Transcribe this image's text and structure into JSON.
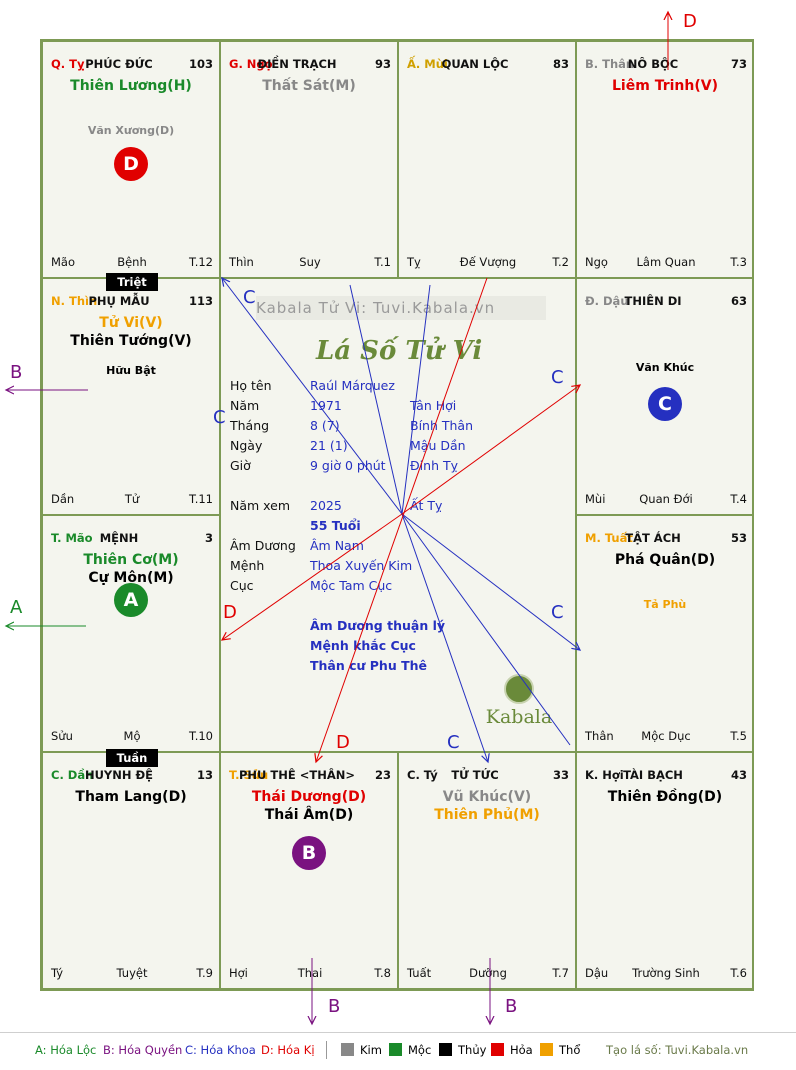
{
  "colors": {
    "kim": "#888888",
    "moc": "#1a8a2a",
    "thuy": "#000000",
    "hoa": "#e00000",
    "tho": "#f0a000",
    "blue": "#2530c0",
    "purple": "#7a1280",
    "green": "#1a8a2a",
    "red": "#e00000"
  },
  "watermark": "Kabala Tử Vi: Tuvi.Kabala.vn",
  "center_title": "Lá Số Tử Vi",
  "logo_text": "Kabala",
  "palaces": [
    {
      "can": "Q. Tỵ",
      "palace": "PHÚC ĐỨC",
      "num": "103",
      "stars": [
        {
          "t": "Thiên Lương(H)",
          "c": "moc"
        }
      ],
      "minor": [
        {
          "t": "Văn Xương(D)",
          "c": "kim"
        }
      ],
      "truong": "Mão",
      "sinh": "Bệnh",
      "han": "T.12"
    },
    {
      "can": "G. Ngọ",
      "palace": "ĐIỀN TRẠCH",
      "num": "93",
      "stars": [
        {
          "t": "Thất Sát(M)",
          "c": "kim"
        }
      ],
      "minor": [],
      "truong": "Thìn",
      "sinh": "Suy",
      "han": "T.1"
    },
    {
      "can": "Ấ. Mùi",
      "palace": "QUAN LỘC",
      "num": "83",
      "stars": [],
      "minor": [],
      "truong": "Tỵ",
      "sinh": "Đế Vượng",
      "han": "T.2"
    },
    {
      "can": "B. Thân",
      "palace": "NÔ BỘC",
      "num": "73",
      "stars": [
        {
          "t": "Liêm Trinh(V)",
          "c": "hoa"
        }
      ],
      "minor": [],
      "truong": "Ngọ",
      "sinh": "Lâm Quan",
      "han": "T.3"
    },
    {
      "can": "N. Thìn",
      "palace": "PHỤ MẪU",
      "num": "113",
      "stars": [
        {
          "t": "Tử Vi(V)",
          "c": "tho"
        },
        {
          "t": "Thiên Tướng(V)",
          "c": "thuy"
        }
      ],
      "minor": [
        {
          "t": "Hữu Bật",
          "c": "thuy"
        }
      ],
      "truong": "Dần",
      "sinh": "Tử",
      "han": "T.11"
    },
    {
      "can": "Đ. Dậu",
      "palace": "THIÊN DI",
      "num": "63",
      "stars": [],
      "minor": [
        {
          "t": "Văn Khúc",
          "c": "thuy"
        }
      ],
      "truong": "Mùi",
      "sinh": "Quan Đới",
      "han": "T.4"
    },
    {
      "can": "T. Mão",
      "palace": "MỆNH",
      "num": "3",
      "stars": [
        {
          "t": "Thiên Cơ(M)",
          "c": "moc"
        },
        {
          "t": "Cự Môn(M)",
          "c": "thuy"
        }
      ],
      "minor": [],
      "truong": "Sửu",
      "sinh": "Mộ",
      "han": "T.10"
    },
    {
      "can": "M. Tuất",
      "palace": "TẬT ÁCH",
      "num": "53",
      "stars": [
        {
          "t": "Phá Quân(D)",
          "c": "thuy"
        }
      ],
      "minor": [
        {
          "t": "Tả Phù",
          "c": "tho"
        }
      ],
      "truong": "Thân",
      "sinh": "Mộc Dục",
      "han": "T.5"
    },
    {
      "can": "C. Dần",
      "palace": "HUYNH ĐỆ",
      "num": "13",
      "stars": [
        {
          "t": "Tham Lang(D)",
          "c": "thuy"
        }
      ],
      "minor": [],
      "truong": "Tý",
      "sinh": "Tuyệt",
      "han": "T.9"
    },
    {
      "can": "T. Sửu",
      "palace": "PHU THÊ <THÂN>",
      "num": "23",
      "stars": [
        {
          "t": "Thái Dương(D)",
          "c": "hoa"
        },
        {
          "t": "Thái Âm(D)",
          "c": "thuy"
        }
      ],
      "minor": [],
      "truong": "Hợi",
      "sinh": "Thai",
      "han": "T.8"
    },
    {
      "can": "C. Tý",
      "palace": "TỬ TỨC",
      "num": "33",
      "stars": [
        {
          "t": "Vũ Khúc(V)",
          "c": "kim"
        },
        {
          "t": "Thiên Phủ(M)",
          "c": "tho"
        }
      ],
      "minor": [],
      "truong": "Tuất",
      "sinh": "Dưỡng",
      "han": "T.7"
    },
    {
      "can": "K. Hợi",
      "palace": "TÀI BẠCH",
      "num": "43",
      "stars": [
        {
          "t": "Thiên Đồng(D)",
          "c": "thuy"
        }
      ],
      "minor": [],
      "truong": "Dậu",
      "sinh": "Trường Sinh",
      "han": "T.6"
    }
  ],
  "badges": {
    "triet": "Triệt",
    "tuan": "Tuần"
  },
  "circles": [
    {
      "t": "D",
      "c": "red"
    },
    {
      "t": "C",
      "c": "blue"
    },
    {
      "t": "A",
      "c": "green"
    },
    {
      "t": "B",
      "c": "purple"
    }
  ],
  "info": {
    "ho_ten_lbl": "Họ tên",
    "ho_ten": "Raúl Márquez",
    "nam_lbl": "Năm",
    "nam": "1971",
    "nam_cc": "Tân Hợi",
    "thang_lbl": "Tháng",
    "thang": "8  (7)",
    "thang_cc": "Bính Thân",
    "ngay_lbl": "Ngày",
    "ngay": "21  (1)",
    "ngay_cc": "Mậu Dần",
    "gio_lbl": "Giờ",
    "gio": "9 giờ 0 phút",
    "gio_cc": "Đinh Tỵ",
    "namxem_lbl": "Năm xem",
    "namxem": "2025",
    "namxem_cc": "Ất Tỵ",
    "tuoi": "55 Tuổi",
    "amduong_lbl": "Âm Dương",
    "amduong": "Âm Nam",
    "menh_lbl": "Mệnh",
    "menh": "Thoa Xuyến Kim",
    "cuc_lbl": "Cục",
    "cuc": "Mộc Tam Cục",
    "note1": "Âm Dương thuận lý",
    "note2": "Mệnh khắc Cục",
    "note3": "Thân cư Phu Thê"
  },
  "arrow_labels": {
    "c": "C",
    "d": "D",
    "a": "A",
    "b": "B"
  },
  "legend": {
    "a": "A: Hóa Lộc",
    "b": "B: Hóa Quyền",
    "c": "C: Hóa Khoa",
    "d": "D: Hóa Kị",
    "kim": "Kim",
    "moc": "Mộc",
    "thuy": "Thủy",
    "hoa": "Hỏa",
    "tho": "Thổ",
    "site": "Tạo lá số: Tuvi.Kabala.vn"
  }
}
